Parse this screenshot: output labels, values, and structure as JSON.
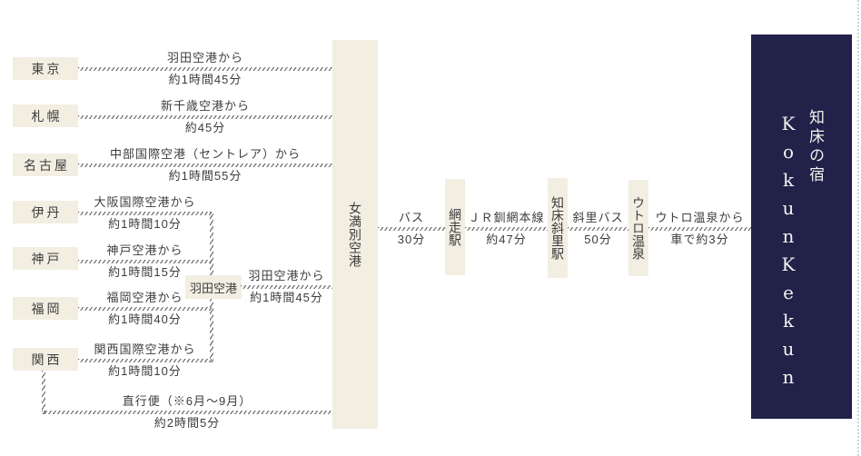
{
  "destination": {
    "jp": "知床の宿",
    "en": "KokunKekun"
  },
  "origins": [
    "東京",
    "札幌",
    "名古屋",
    "伊丹",
    "神戸",
    "福岡",
    "関西"
  ],
  "hub": "羽田空港",
  "airport": "女満別空港",
  "stations": [
    "網走駅",
    "知床斜里駅",
    "ウトロ温泉"
  ],
  "routes": [
    {
      "via": "羽田空港から",
      "time": "約1時間45分"
    },
    {
      "via": "新千歳空港から",
      "time": "約45分"
    },
    {
      "via": "中部国際空港（セントレア）から",
      "time": "約1時間55分"
    },
    {
      "via": "大阪国際空港から",
      "time": "約1時間10分"
    },
    {
      "via": "神戸空港から",
      "time": "約1時間15分"
    },
    {
      "via": "福岡空港から",
      "time": "約1時間40分"
    },
    {
      "via": "関西国際空港から",
      "time": "約1時間10分"
    },
    {
      "via": "羽田空港から",
      "time": "約1時間45分"
    },
    {
      "via": "直行便（※6月～9月）",
      "time": "約2時間5分"
    },
    {
      "via": "バス",
      "time": "30分"
    },
    {
      "via": "ＪＲ釧網本線",
      "time": "約47分"
    },
    {
      "via": "斜里バス",
      "time": "50分"
    },
    {
      "via": "ウトロ温泉から",
      "time": "車で約3分"
    }
  ],
  "colors": {
    "accent_navy": "#21214a",
    "box_beige": "#f2eee2",
    "dash_gray": "#6c6c6c"
  }
}
